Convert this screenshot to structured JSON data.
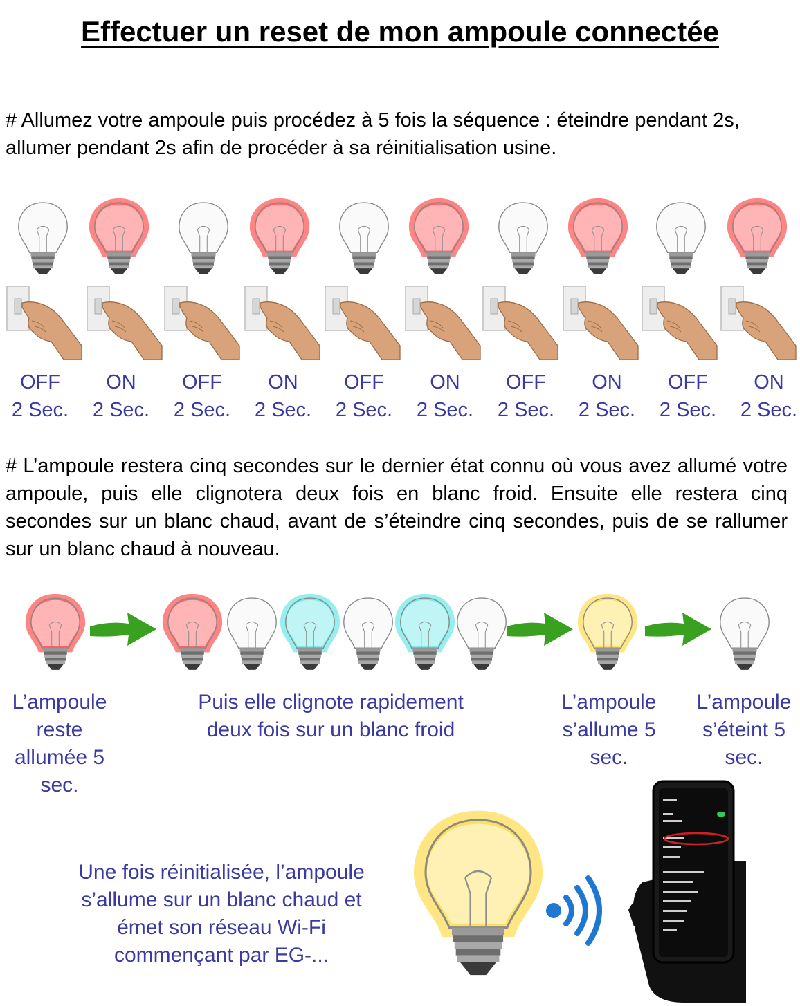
{
  "title": "Effectuer un reset de mon ampoule connectée",
  "step1": "# Allumez votre ampoule puis procédez à 5 fois la séquence : éteindre pendant 2s, allumer pendant 2s afin de procéder à sa réinitialisation usine.",
  "sequence": [
    {
      "state": "OFF",
      "duration": "2 Sec.",
      "color": "#ffffff"
    },
    {
      "state": "ON",
      "duration": "2 Sec.",
      "color": "#ff2020"
    },
    {
      "state": "OFF",
      "duration": "2 Sec.",
      "color": "#ffffff"
    },
    {
      "state": "ON",
      "duration": "2 Sec.",
      "color": "#ff2020"
    },
    {
      "state": "OFF",
      "duration": "2 Sec.",
      "color": "#ffffff"
    },
    {
      "state": "ON",
      "duration": "2 Sec.",
      "color": "#ff2020"
    },
    {
      "state": "OFF",
      "duration": "2 Sec.",
      "color": "#ffffff"
    },
    {
      "state": "ON",
      "duration": "2 Sec.",
      "color": "#ff2020"
    },
    {
      "state": "OFF",
      "duration": "2 Sec.",
      "color": "#ffffff"
    },
    {
      "state": "ON",
      "duration": "2 Sec.",
      "color": "#ff2020"
    }
  ],
  "step2": "# L’ampoule restera cinq secondes sur le dernier état connu où vous avez allumé votre ampoule, puis elle clignotera deux fois en blanc froid. Ensuite elle restera cinq secondes sur un blanc chaud, avant de s’éteindre cinq secondes, puis de se rallumer sur un blanc chaud à nouveau.",
  "phases": {
    "stays_on": "L’ampoule reste allumée 5 sec.",
    "blinks": "Puis elle clignote rapidement deux fois sur un blanc froid",
    "warm_on": "L’ampoule s’allume 5 sec.",
    "off": "L’ampoule s’éteint 5 sec."
  },
  "final_text": "Une fois réinitialisée, l’ampoule s’allume sur un blanc chaud et émet son réseau Wi-Fi commençant par EG-...",
  "colors": {
    "text_blue": "#3a3aa0",
    "red_glow": "#ff2020",
    "cyan_glow": "#40e0e0",
    "warm_glow": "#ffd21e",
    "arrow_green": "#3aa020",
    "wifi_blue": "#1e78d2"
  }
}
